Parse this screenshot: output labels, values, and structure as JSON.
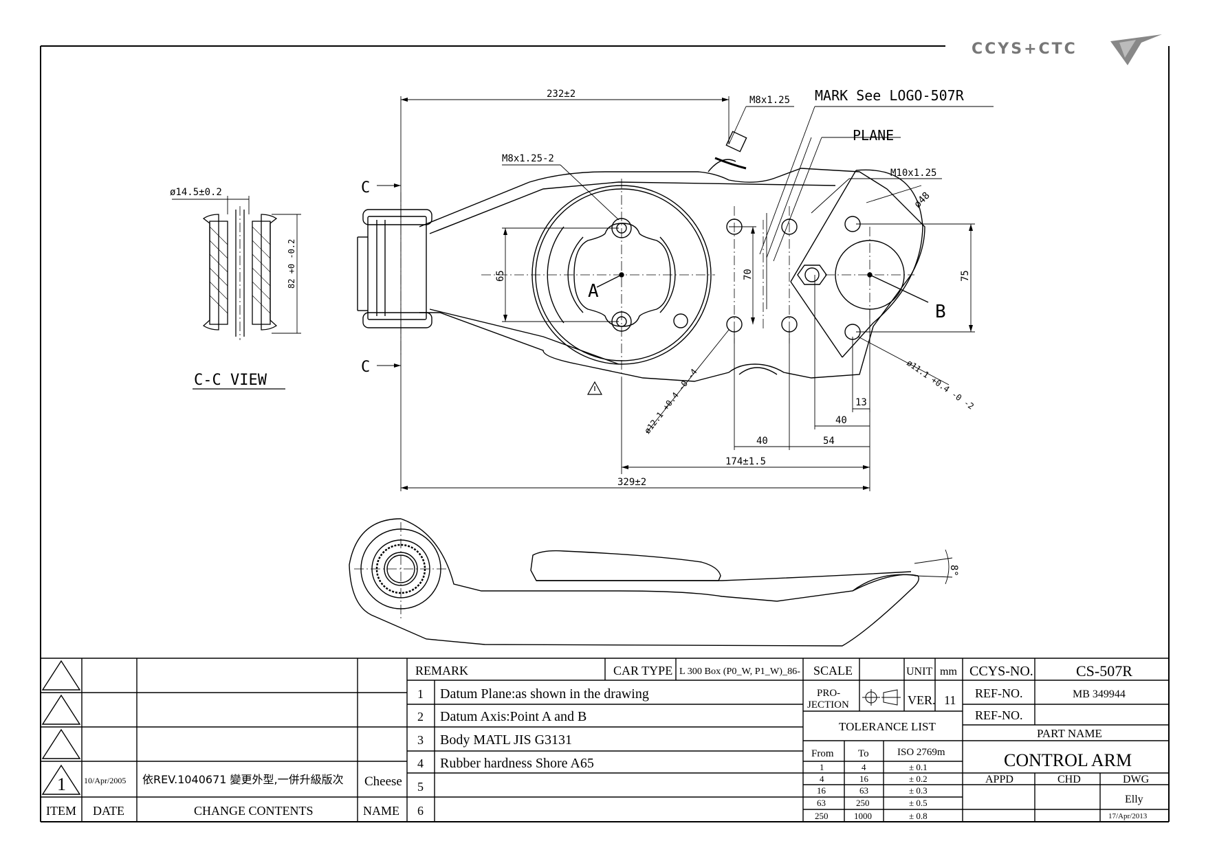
{
  "logo": {
    "text": "CCYS+CTC"
  },
  "drawing": {
    "dims": {
      "d232": "232±2",
      "m8_top": "M8x1.25",
      "mark": "MARK See LOGO-507R",
      "plane": "PLANE",
      "m8_2": "M8x1.25-2",
      "m10": "M10x1.25",
      "d48": "ø48",
      "d65": "65",
      "d70": "70",
      "d75": "75",
      "pointA": "A",
      "pointB": "B",
      "d111": "ø11.1 +0.4 -0 -2",
      "d121": "ø12.1 +0.4 -0 -4",
      "d13": "13",
      "d40a": "40",
      "d40b": "40",
      "d54": "54",
      "d174": "174±1.5",
      "d329": "329±2",
      "angle8": "8°",
      "d145": "ø14.5±0.2",
      "d82": "82 +0 -0.2",
      "c_top": "C",
      "c_bottom": "C",
      "cc_view": "C-C VIEW"
    }
  },
  "titleblock": {
    "revisions": {
      "rows": [
        {
          "item": "",
          "date": "",
          "contents": "",
          "name": ""
        },
        {
          "item": "",
          "date": "",
          "contents": "",
          "name": ""
        },
        {
          "item": "",
          "date": "",
          "contents": "",
          "name": ""
        },
        {
          "item": "1",
          "date": "10/Apr/2005",
          "contents": "依REV.1040671 變更外型,一併升級版次",
          "name": "Cheese"
        }
      ],
      "header": {
        "item": "ITEM",
        "date": "DATE",
        "contents": "CHANGE CONTENTS",
        "name": "NAME"
      }
    },
    "remark_label": "REMARK",
    "car_type_label": "CAR TYPE",
    "car_type_value": "L 300 Box (P0_W, P1_W)_86-",
    "remarks": [
      {
        "no": "1",
        "text": "Datum Plane:as shown in the drawing"
      },
      {
        "no": "2",
        "text": "Datum Axis:Point A and B"
      },
      {
        "no": "3",
        "text": "Body MATL JIS G3131"
      },
      {
        "no": "4",
        "text": "Rubber hardness Shore A65"
      },
      {
        "no": "5",
        "text": ""
      },
      {
        "no": "6",
        "text": ""
      }
    ],
    "scale_label": "SCALE",
    "unit_label": "UNIT",
    "unit_value": "mm",
    "projection_label": "PRO-\nJECTION",
    "projection_line1": "PRO-",
    "projection_line2": "JECTION",
    "ver_label": "VER.",
    "ver_value": "11",
    "tolerance_title": "TOLERANCE LIST",
    "tolerance_headers": {
      "from": "From",
      "to": "To",
      "iso": "ISO 2769m"
    },
    "tolerance_rows": [
      {
        "from": "1",
        "to": "4",
        "tol": "± 0.1"
      },
      {
        "from": "4",
        "to": "16",
        "tol": "± 0.2"
      },
      {
        "from": "16",
        "to": "63",
        "tol": "± 0.3"
      },
      {
        "from": "63",
        "to": "250",
        "tol": "± 0.5"
      },
      {
        "from": "250",
        "to": "1000",
        "tol": "± 0.8"
      }
    ],
    "ccys_no_label": "CCYS-NO.",
    "ccys_no_value": "CS-507R",
    "ref_no_label": "REF-NO.",
    "ref_no_value": "MB 349944",
    "ref_no2_label": "REF-NO.",
    "ref_no2_value": "",
    "part_name_label": "PART NAME",
    "part_name_value": "CONTROL ARM",
    "appd_label": "APPD",
    "chd_label": "CHD",
    "dwg_label": "DWG",
    "dwg_name": "Elly",
    "dwg_date": "17/Apr/2013"
  }
}
